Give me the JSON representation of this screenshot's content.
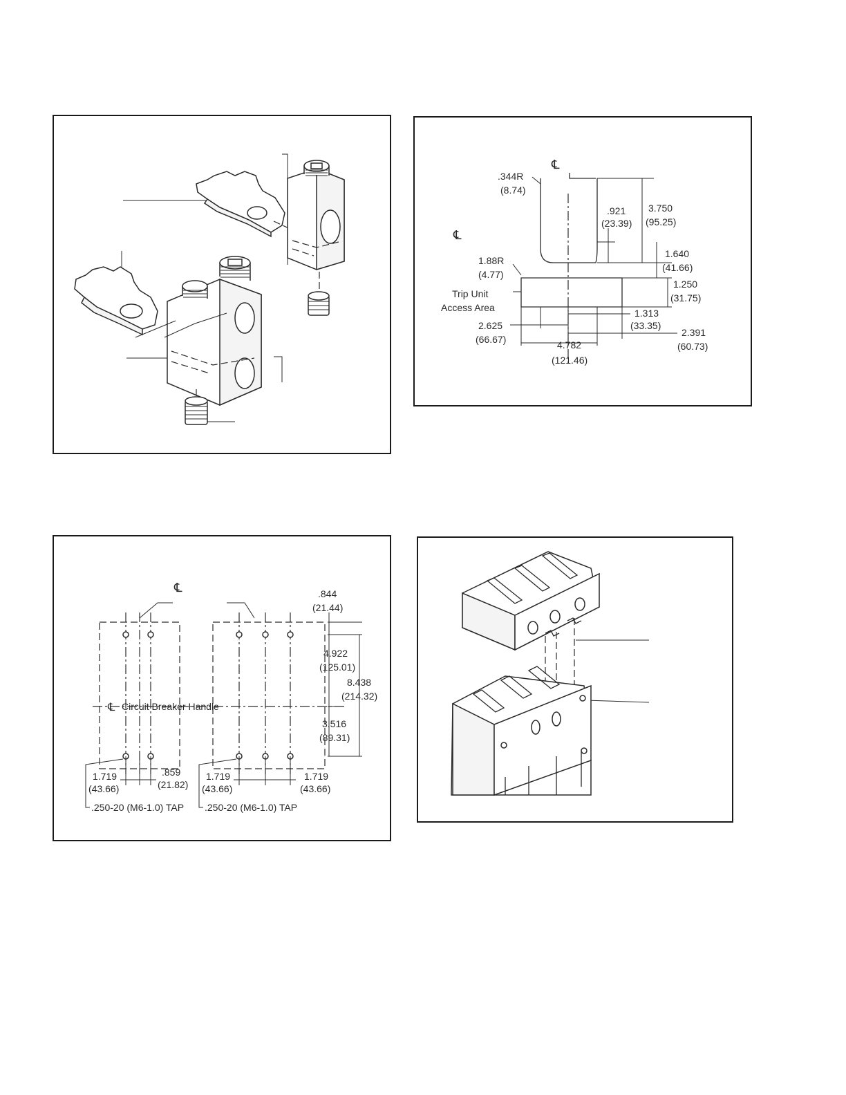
{
  "panels": {
    "lug_assembly": {},
    "cutout": {
      "cl_symbol": "℄",
      "r_344": ".344R",
      "r_344_mm": "(8.74)",
      "d_921": ".921",
      "d_921_mm": "(23.39)",
      "d_3750": "3.750",
      "d_3750_mm": "(95.25)",
      "d_1640": "1.640",
      "d_1640_mm": "(41.66)",
      "r_188": "1.88R",
      "r_188_mm": "(4.77)",
      "d_1250": "1.250",
      "d_1250_mm": "(31.75)",
      "trip_unit_line1": "Trip Unit",
      "trip_unit_line2": "Access Area",
      "d_1313": "1.313",
      "d_1313_mm": "(33.35)",
      "d_2625": "2.625",
      "d_2625_mm": "(66.67)",
      "d_2391": "2.391",
      "d_2391_mm": "(60.73)",
      "d_4782": "4.782",
      "d_4782_mm": "(121.46)"
    },
    "mounting": {
      "cl_symbol": "℄",
      "d_844": ".844",
      "d_844_mm": "(21.44)",
      "d_4922": "4.922",
      "d_4922_mm": "(125.01)",
      "d_8438": "8.438",
      "d_8438_mm": "(214.32)",
      "d_3516": "3.516",
      "d_3516_mm": "(89.31)",
      "handle_label": "Circuit Breaker Handle",
      "d_1719": "1.719",
      "d_1719_mm": "(43.66)",
      "d_859": ".859",
      "d_859_mm": "(21.82)",
      "tap_label": ".250-20 (M6-1.0) TAP"
    },
    "terminal_cover": {}
  }
}
